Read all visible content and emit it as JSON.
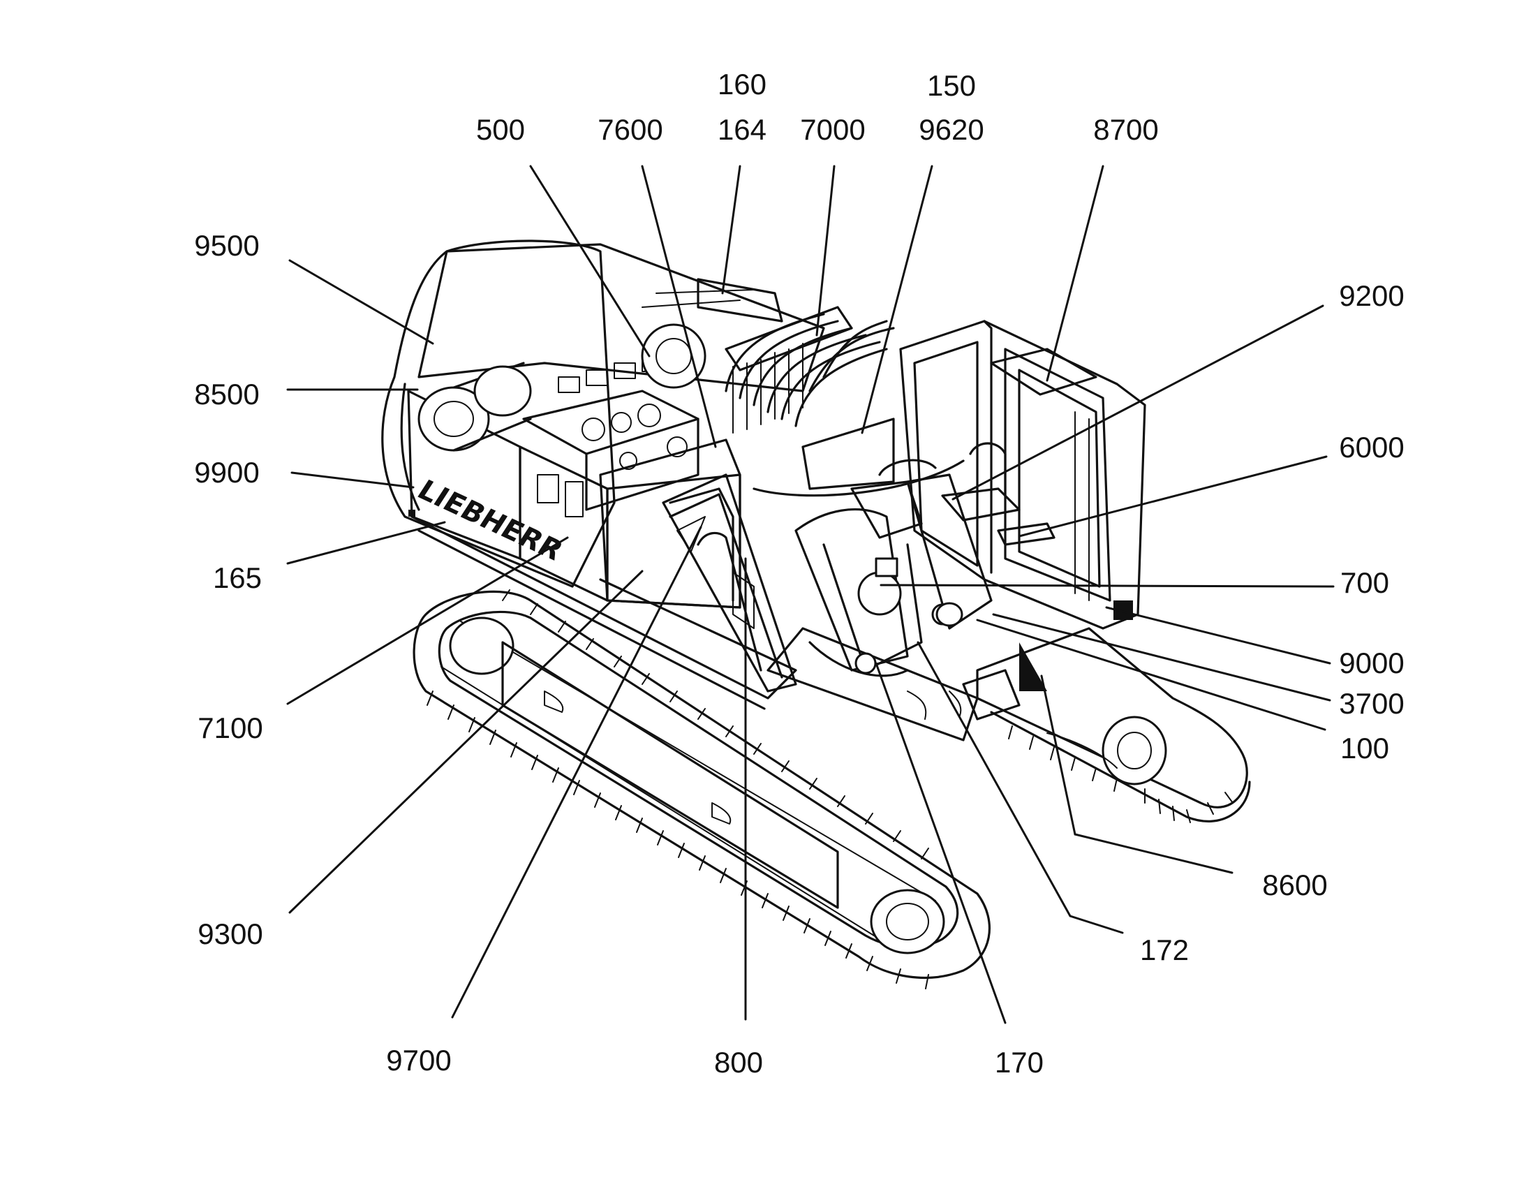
{
  "diagram": {
    "brand_text": "LIEBHERR",
    "labels": [
      {
        "id": "160",
        "text": "160"
      },
      {
        "id": "150",
        "text": "150"
      },
      {
        "id": "500",
        "text": "500"
      },
      {
        "id": "7600",
        "text": "7600"
      },
      {
        "id": "164",
        "text": "164"
      },
      {
        "id": "7000",
        "text": "7000"
      },
      {
        "id": "9620",
        "text": "9620"
      },
      {
        "id": "8700",
        "text": "8700"
      },
      {
        "id": "9500",
        "text": "9500"
      },
      {
        "id": "9200",
        "text": "9200"
      },
      {
        "id": "8500",
        "text": "8500"
      },
      {
        "id": "6000",
        "text": "6000"
      },
      {
        "id": "9900",
        "text": "9900"
      },
      {
        "id": "165",
        "text": "165"
      },
      {
        "id": "700",
        "text": "700"
      },
      {
        "id": "9000",
        "text": "9000"
      },
      {
        "id": "3700",
        "text": "3700"
      },
      {
        "id": "7100",
        "text": "7100"
      },
      {
        "id": "100",
        "text": "100"
      },
      {
        "id": "8600",
        "text": "8600"
      },
      {
        "id": "9300",
        "text": "9300"
      },
      {
        "id": "172",
        "text": "172"
      },
      {
        "id": "9700",
        "text": "9700"
      },
      {
        "id": "800",
        "text": "800"
      },
      {
        "id": "170",
        "text": "170"
      }
    ]
  }
}
